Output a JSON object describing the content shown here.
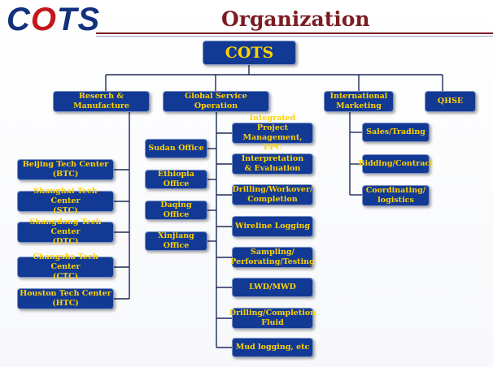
{
  "brand": {
    "logo": "COTS"
  },
  "header": {
    "title": "Organization"
  },
  "root": {
    "label": "COTS"
  },
  "level1": {
    "research": "Reserch & Manufacture",
    "global": "Global Service Operation",
    "international": "International\nMarketing",
    "qhse": "QHSE"
  },
  "research_centers": [
    "Beijing Tech Center\n(BTC)",
    "Shanghai Tech Center\n(STC)",
    "Shangdong Tech Center\n(DTC)",
    "Changsha Tech Center\n(CTC)",
    "Houston Tech Center\n(HTC)"
  ],
  "offices": [
    "Sudan Office",
    "Ethiopia Office",
    "Daqing Office",
    "Xinjiang Office"
  ],
  "services": [
    "Integrated Project\nManagement, EPC",
    "Interpretation\n& Evaluation",
    "Drilling/Workover/\nCompletion",
    "Wireline Logging",
    "Sampling/\nPerforating/Testing",
    "LWD/MWD",
    "Drilling/Completion\nFluid",
    "Mud logging, etc"
  ],
  "marketing": [
    "Sales/Trading",
    "Bidding/Contract",
    "Coordinating/\nlogistics"
  ]
}
